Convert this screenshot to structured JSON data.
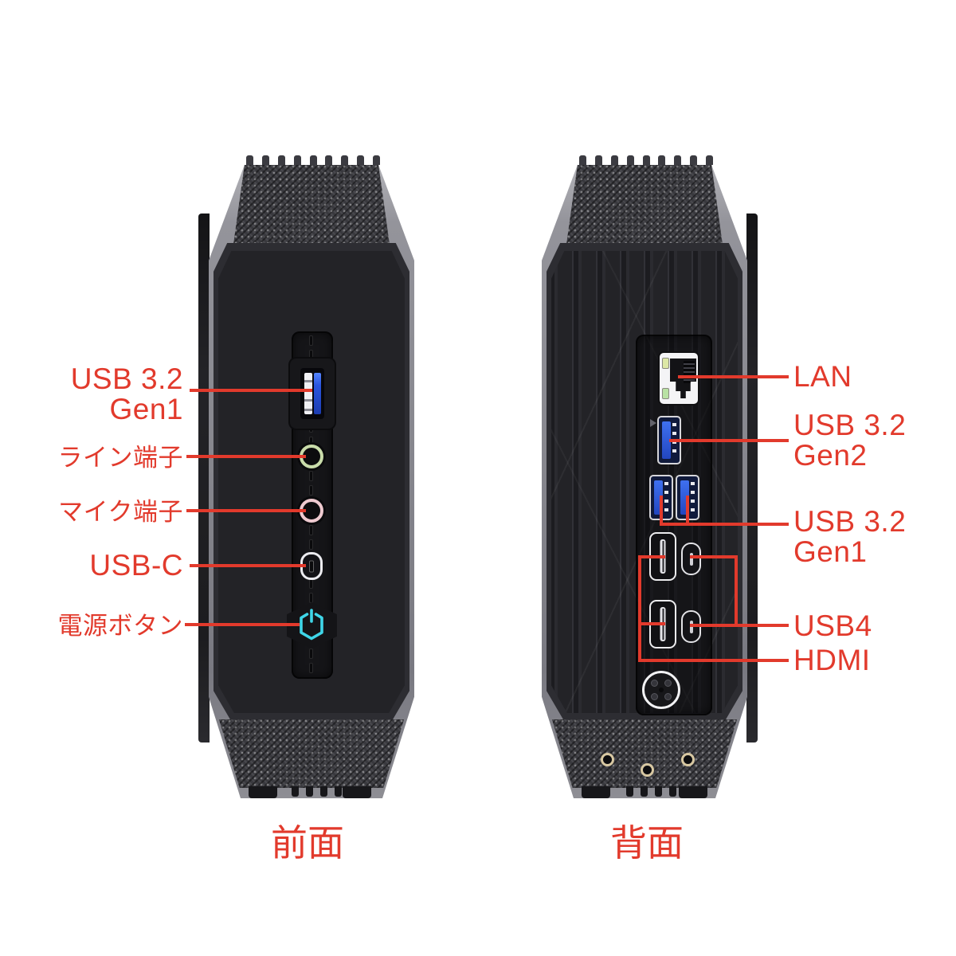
{
  "colors": {
    "accent_red": "#e23a2c",
    "usb_blue": "#2a55e0",
    "power_button_cyan": "#3fd6e8",
    "line_jack_ring_green": "#c9dcaa",
    "mic_jack_ring_pink": "#eecad0",
    "lan_led_amber": "#dde8a6",
    "lan_led_green": "#b9e2a4",
    "audio_jack_ring_tan": "#d8c8a2",
    "chassis_gray": "#88888f",
    "panel_dark": "#232327"
  },
  "front": {
    "caption": "前面",
    "labels": {
      "usb32gen1": {
        "line1": "USB 3.2",
        "line2": "Gen1"
      },
      "line_jack": {
        "text": "ライン端子"
      },
      "mic_jack": {
        "text": "マイク端子"
      },
      "usb_c": {
        "text": "USB-C"
      },
      "power_button": {
        "text": "電源ボタン"
      }
    }
  },
  "rear": {
    "caption": "背面",
    "labels": {
      "lan": {
        "text": "LAN"
      },
      "usb32gen2": {
        "line1": "USB 3.2",
        "line2": "Gen2"
      },
      "usb32gen1": {
        "line1": "USB 3.2",
        "line2": "Gen1"
      },
      "usb4": {
        "text": "USB4"
      },
      "hdmi": {
        "text": "HDMI"
      }
    }
  }
}
